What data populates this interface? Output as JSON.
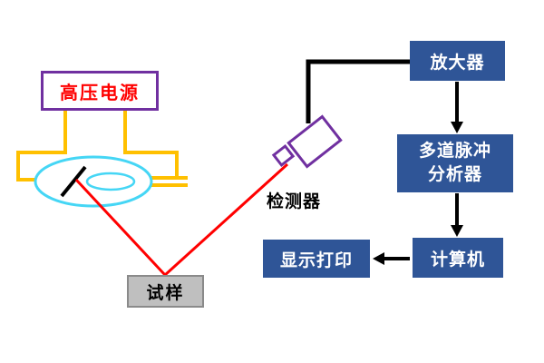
{
  "labels": {
    "power_supply": "高压电源",
    "detector": "检测器",
    "sample": "试样",
    "amplifier": "放大器",
    "analyzer_line1": "多道脉冲",
    "analyzer_line2": "分析器",
    "computer": "计算机",
    "display_print": "显示打印"
  },
  "colors": {
    "box_blue": "#2F5597",
    "border_purple": "#7030A0",
    "wire_yellow": "#FFC000",
    "tube_cyan": "#45D6F5",
    "beam_red": "#FF0000",
    "sample_gray": "#BFBFBF",
    "power_text_red": "#FF0000",
    "signal_black": "#000000"
  }
}
